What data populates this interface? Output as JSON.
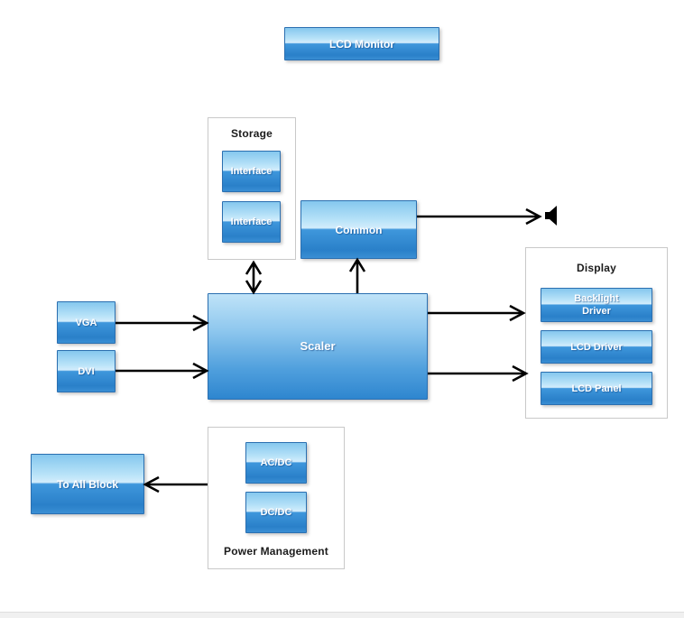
{
  "title_block": {
    "label": "LCD Monitor"
  },
  "storage": {
    "label": "Storage",
    "items": [
      {
        "label": "Interface"
      },
      {
        "label": "Interface"
      }
    ]
  },
  "common": {
    "label": "Common"
  },
  "scaler": {
    "label": "Scaler"
  },
  "inputs": {
    "vga": "VGA",
    "dvi": "DVI"
  },
  "display": {
    "label": "Display",
    "items": [
      {
        "label": "Backlight Driver"
      },
      {
        "label": "LCD Driver"
      },
      {
        "label": "LCD Panel"
      }
    ]
  },
  "power": {
    "label": "Power Management",
    "items": [
      {
        "label": "AC/DC"
      },
      {
        "label": "DC/DC"
      }
    ]
  },
  "to_all_block": {
    "label": "To All Block"
  },
  "icons": {
    "speaker": "speaker-icon"
  },
  "colors": {
    "block_border": "#2b6fb0",
    "block_gloss_light": "#d3edfc",
    "block_gloss_dark": "#2a80c9",
    "block_top": "#85c7ee",
    "container_border": "#c9c9c9",
    "arrow": "#000000",
    "canvas_edge": "#f0f0f0"
  }
}
